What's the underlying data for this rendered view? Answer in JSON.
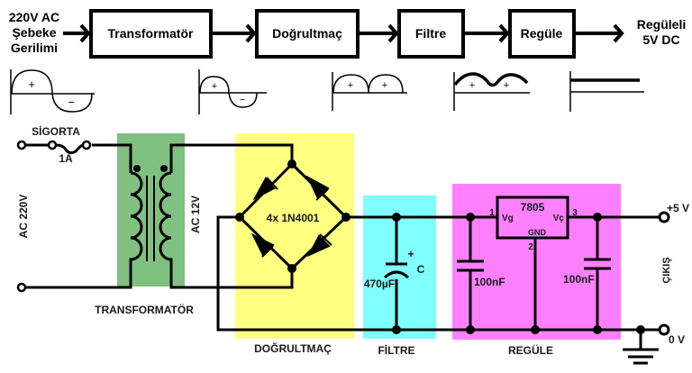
{
  "block_diagram": {
    "input_label_lines": [
      "220V AC",
      "Şebeke",
      "Gerilimi"
    ],
    "blocks": [
      "Transformatör",
      "Doğrultmaç",
      "Filtre",
      "Regüle"
    ],
    "output_label_lines": [
      "Regüleli",
      "5V DC"
    ]
  },
  "waveforms": [
    {
      "name": "ac-sine",
      "signs": [
        "+",
        "−"
      ]
    },
    {
      "name": "stepped-down-sine",
      "signs": [
        "+",
        "−"
      ]
    },
    {
      "name": "full-wave-rectified",
      "signs": [
        "+",
        "+"
      ]
    },
    {
      "name": "filtered-ripple",
      "signs": [
        "+",
        "+"
      ]
    },
    {
      "name": "regulated-dc",
      "signs": []
    }
  ],
  "circuit": {
    "fuse_label": "SİGORTA",
    "fuse_rating": "1A",
    "input_voltage": "AC 220V",
    "secondary_voltage": "AC 12V",
    "bridge_label": "4x 1N4001",
    "capacitor_polarity": "+",
    "capacitor_name": "C",
    "capacitor_value": "470µF",
    "regulator_name": "7805",
    "regulator_pin_in": "Vg",
    "regulator_pin_out": "Vç",
    "regulator_pin_gnd": "GND",
    "pin_numbers": [
      "1",
      "2",
      "3"
    ],
    "cap_in_value": "100nF",
    "cap_out_value": "100nF",
    "output_positive": "+5 V",
    "output_ground": "0 V",
    "output_label": "ÇIKIŞ"
  },
  "sections": {
    "transformer": {
      "label": "TRANSFORMATÖR",
      "color": "#80c080"
    },
    "rectifier": {
      "label": "DOĞRULTMAÇ",
      "color": "#ffff80"
    },
    "filter": {
      "label": "FİLTRE",
      "color": "#80ffff"
    },
    "regulator": {
      "label": "REGÜLE",
      "color": "#ff80ff"
    }
  }
}
